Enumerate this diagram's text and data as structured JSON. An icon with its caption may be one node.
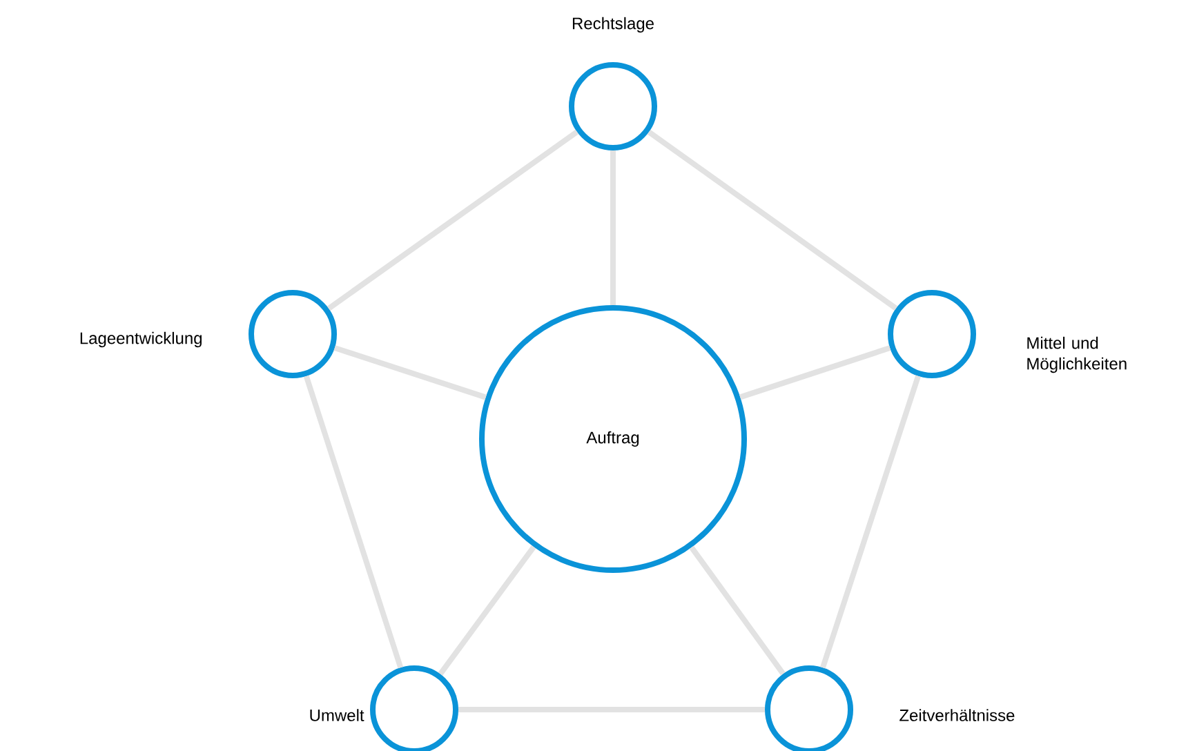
{
  "diagram": {
    "nodes": [
      {
        "text": [],
        "shape": "circle",
        "beside": [
          "Rechtslage"
        ]
      },
      {
        "text": [],
        "shape": "circle",
        "beside": [
          "Lageentwicklung"
        ]
      },
      {
        "text": [
          "Auftrag"
        ]
      },
      {
        "text": [],
        "shape": "circle",
        "beside": [
          "Mittel und Möglichkeiten"
        ]
      },
      {
        "text": [],
        "shape": "circle",
        "beside": [
          "Umwelt"
        ]
      },
      {
        "text": [],
        "shape": "circle",
        "beside": [
          "Zeitverhältnisse"
        ]
      }
    ],
    "edges": [
      {
        "from": 0,
        "to": 3,
        "arrow": "none"
      },
      {
        "from": 3,
        "to": 5,
        "arrow": "none"
      },
      {
        "from": 5,
        "to": 4,
        "arrow": "none"
      },
      {
        "from": 4,
        "to": 1,
        "arrow": "none"
      },
      {
        "from": 1,
        "to": 0,
        "arrow": "none"
      },
      {
        "from": 2,
        "to": 0,
        "arrow": "none"
      },
      {
        "from": 2,
        "to": 1,
        "arrow": "none"
      },
      {
        "from": 2,
        "to": 3,
        "arrow": "none"
      },
      {
        "from": 2,
        "to": 4,
        "arrow": "none"
      },
      {
        "from": 2,
        "to": 5,
        "arrow": "none"
      }
    ]
  }
}
